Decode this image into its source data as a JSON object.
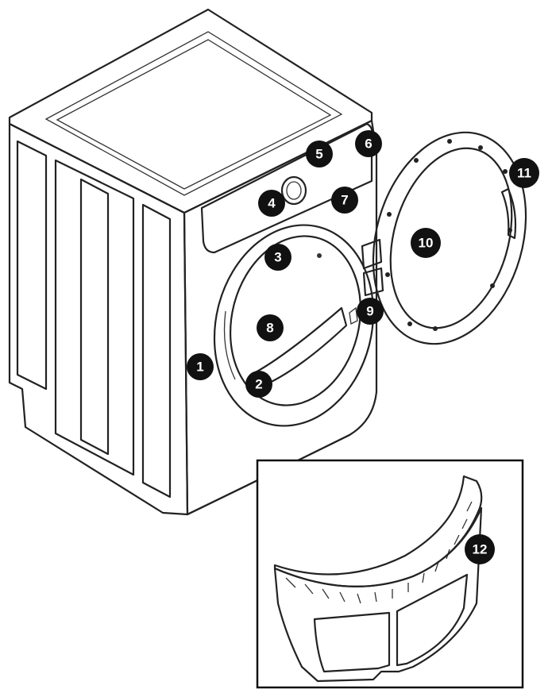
{
  "colors": {
    "outline": "#222222",
    "callout_fill": "#111111",
    "callout_text": "#ffffff",
    "door_glass": "#e6e6e6",
    "filter_mesh": "#dedede"
  },
  "callouts": [
    {
      "label": "1"
    },
    {
      "label": "2"
    },
    {
      "label": "3"
    },
    {
      "label": "4"
    },
    {
      "label": "5"
    },
    {
      "label": "6"
    },
    {
      "label": "7"
    },
    {
      "label": "8"
    },
    {
      "label": "9"
    },
    {
      "label": "10"
    },
    {
      "label": "11"
    },
    {
      "label": "12"
    }
  ]
}
